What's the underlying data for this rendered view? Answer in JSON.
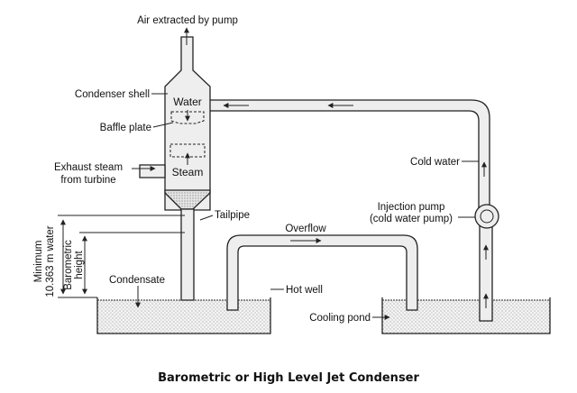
{
  "diagram": {
    "caption": "Barometric or High Level Jet Condenser",
    "labels": {
      "air_extracted": "Air extracted by pump",
      "condenser_shell": "Condenser shell",
      "water": "Water",
      "baffle_plate": "Baffle plate",
      "exhaust_steam_1": "Exhaust steam",
      "exhaust_steam_2": "from turbine",
      "steam": "Steam",
      "tailpipe": "Tailpipe",
      "min_height_1": "Minimum",
      "min_height_2": "10.363 m water",
      "baro_height_1": "Barometric",
      "baro_height_2": "height",
      "condensate": "Condensate",
      "overflow": "Overflow",
      "hot_well": "Hot well",
      "cold_water": "Cold water",
      "injection_pump_1": "Injection pump",
      "injection_pump_2": "(cold water pump)",
      "cooling_pond": "Cooling pond"
    }
  }
}
